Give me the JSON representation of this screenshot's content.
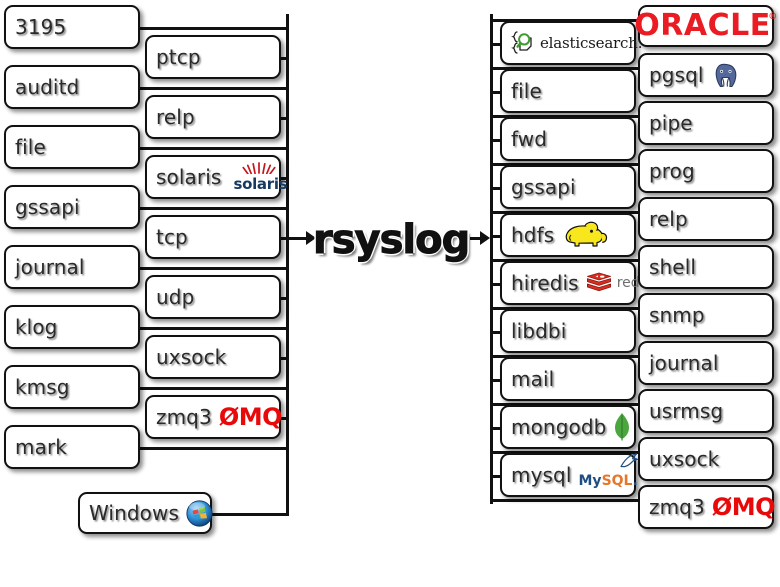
{
  "title": "rsyslog",
  "diagram": {
    "center_label": "rsyslog",
    "left_arrow": "arrow-right",
    "right_arrow": "arrow-right"
  },
  "inputs": {
    "column_a": [
      {
        "label": "3195"
      },
      {
        "label": "auditd"
      },
      {
        "label": "file"
      },
      {
        "label": "gssapi"
      },
      {
        "label": "journal"
      },
      {
        "label": "klog"
      },
      {
        "label": "kmsg"
      },
      {
        "label": "mark"
      }
    ],
    "column_b": [
      {
        "label": "ptcp"
      },
      {
        "label": "relp"
      },
      {
        "label": "solaris",
        "logo": "solaris-logo",
        "logo_text": "solaris"
      },
      {
        "label": "tcp"
      },
      {
        "label": "udp"
      },
      {
        "label": "uxsock"
      },
      {
        "label": "zmq3",
        "logo": "zeromq-logo",
        "logo_text": "ØMQ"
      }
    ],
    "windows": {
      "label": "Windows",
      "logo": "windows-logo"
    }
  },
  "outputs": {
    "column_c": [
      {
        "label": "elasticsearch.",
        "logo": "elasticsearch-logo"
      },
      {
        "label": "file"
      },
      {
        "label": "fwd"
      },
      {
        "label": "gssapi"
      },
      {
        "label": "hdfs",
        "logo": "hadoop-elephant-logo"
      },
      {
        "label": "hiredis",
        "logo": "redis-logo",
        "logo_text": "redis"
      },
      {
        "label": "libdbi"
      },
      {
        "label": "mail"
      },
      {
        "label": "mongodb",
        "logo": "mongodb-leaf-logo"
      },
      {
        "label": "mysql",
        "logo": "mysql-logo",
        "logo_text": "MySQL."
      }
    ],
    "column_d": [
      {
        "label": "ORACLE",
        "logo": "oracle-logo"
      },
      {
        "label": "pgsql",
        "logo": "postgresql-elephant-logo"
      },
      {
        "label": "pipe"
      },
      {
        "label": "prog"
      },
      {
        "label": "relp"
      },
      {
        "label": "shell"
      },
      {
        "label": "snmp"
      },
      {
        "label": "journal"
      },
      {
        "label": "usrmsg"
      },
      {
        "label": "uxsock"
      },
      {
        "label": "zmq3",
        "logo": "zeromq-logo",
        "logo_text": "ØMQ"
      }
    ]
  },
  "colors": {
    "outline": "#111111",
    "oracle_red": "#ea1b22",
    "zeromq_red": "#e8090b",
    "redis_red": "#d82c20",
    "solaris_navy": "#173a63",
    "solaris_burst_red": "#c4161c",
    "hadoop_yellow": "#f8e71c",
    "postgres_blue": "#54699a",
    "mongo_green": "#4ba73d",
    "elastic_green": "#3e9b2f",
    "mysql_blue": "#1f4f82",
    "mysql_orange": "#e8762a"
  }
}
